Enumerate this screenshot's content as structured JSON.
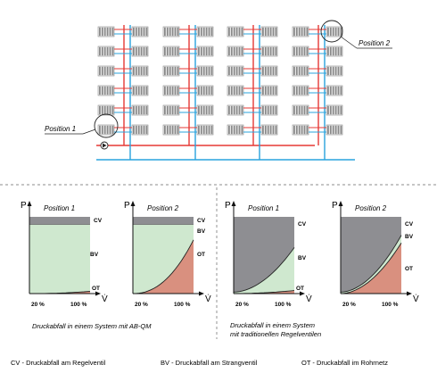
{
  "top": {
    "position1_label": "Position 1",
    "position2_label": "Position 2",
    "columns": 4,
    "radiator_rows": 6,
    "colors": {
      "supply": "#e53935",
      "return": "#29a3dd",
      "radiator": "#8a8a8a"
    }
  },
  "charts": [
    {
      "title": "Position 1",
      "group": "ab-qm",
      "ylabel": "P",
      "xlabel": "V̇",
      "tick_left": "20 %",
      "tick_right": "100 %",
      "labels": {
        "cv": "CV",
        "bv": "BV",
        "ot": "OT"
      },
      "cv_fraction": 0.1,
      "ot_start": 0.0,
      "ot_end": 0.03
    },
    {
      "title": "Position 2",
      "group": "ab-qm",
      "ylabel": "P",
      "xlabel": "V̇",
      "tick_left": "20 %",
      "tick_right": "100 %",
      "labels": {
        "cv": "CV",
        "bv": "BV",
        "ot": "OT"
      },
      "cv_fraction": 0.1,
      "ot_start": 0.0,
      "ot_end": 0.7
    },
    {
      "title": "Position 1",
      "group": "traditional",
      "ylabel": "P",
      "xlabel": "V̇",
      "tick_left": "20 %",
      "tick_right": "100 %",
      "labels": {
        "cv": "CV",
        "bv": "BV",
        "ot": "OT"
      },
      "bv_end": 0.6,
      "ot_end": 0.04
    },
    {
      "title": "Position 2",
      "group": "traditional",
      "ylabel": "P",
      "xlabel": "V̇",
      "tick_left": "20 %",
      "tick_right": "100 %",
      "labels": {
        "cv": "CV",
        "bv": "BV",
        "ot": "OT"
      },
      "bv_end": 0.76,
      "ot_end": 0.66
    }
  ],
  "captions": {
    "left": "Druckabfall in einem System mit AB-QM",
    "right_line1": "Druckabfall in einem System",
    "right_line2": "mit traditionellen Regelventilen"
  },
  "legend": {
    "cv": "CV - Druckabfall am Regelventil",
    "bv": "BV - Druckabfall am Strangventil",
    "ot": "OT - Druckabfall im Rohrnetz"
  },
  "area_colors": {
    "cv": "#8e8e92",
    "bv": "#cfe8cf",
    "ot": "#d9907f"
  }
}
